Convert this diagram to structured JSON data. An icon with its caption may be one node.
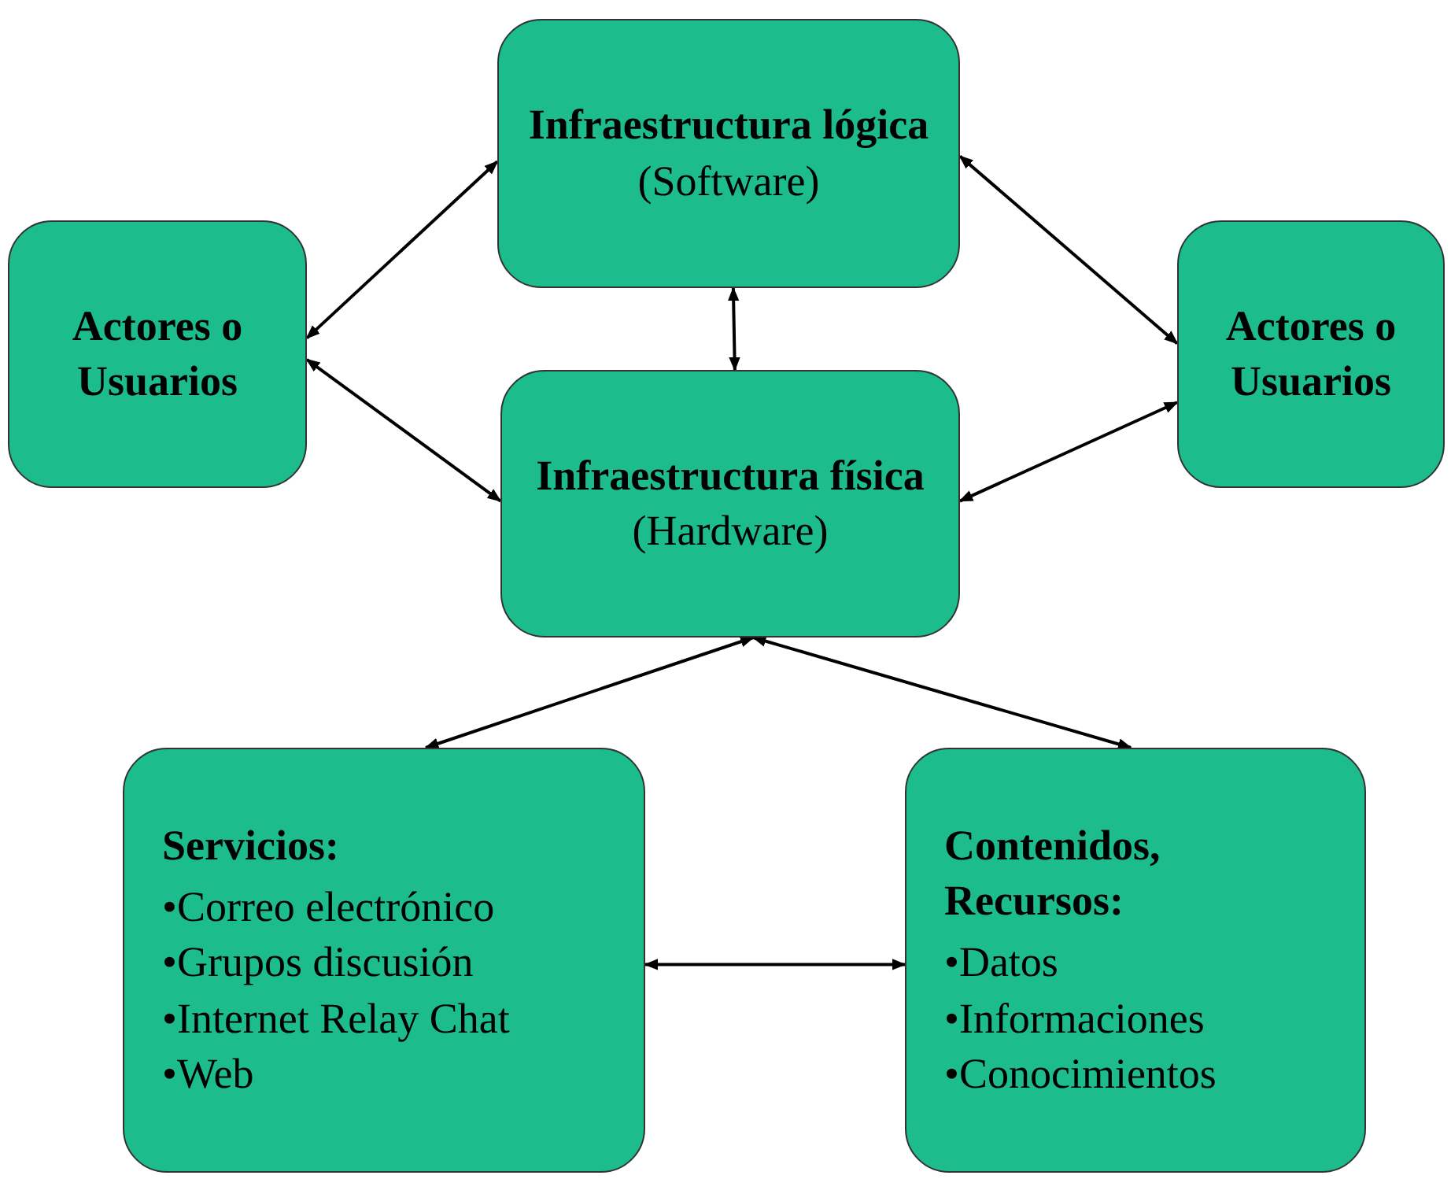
{
  "diagram": {
    "nodes": [
      {
        "text": [
          "Infraestructura lógica",
          "(Software)"
        ]
      },
      {
        "text": [
          "Actores o Usuarios"
        ]
      },
      {
        "text": [
          "Infraestructura física",
          "(Hardware)"
        ]
      },
      {
        "text": [
          "Actores o Usuarios"
        ]
      },
      {
        "text": [
          "Servicios:",
          "•Correo electrónico",
          "•Grupos discusión",
          "•Internet Relay Chat",
          "•Web"
        ]
      },
      {
        "text": [
          "Contenidos, Recursos:",
          "•Datos",
          "•Informaciones",
          "•Conocimientos"
        ]
      }
    ],
    "edges": [
      {
        "from": 1,
        "to": 0,
        "arrow": "both"
      },
      {
        "from": 0,
        "to": 3,
        "arrow": "both"
      },
      {
        "from": 0,
        "to": 2,
        "arrow": "both"
      },
      {
        "from": 1,
        "to": 2,
        "arrow": "both"
      },
      {
        "from": 3,
        "to": 2,
        "arrow": "both"
      },
      {
        "from": 2,
        "to": 4,
        "arrow": "both"
      },
      {
        "from": 2,
        "to": 5,
        "arrow": "both"
      },
      {
        "from": 4,
        "to": 5,
        "arrow": "both"
      }
    ]
  }
}
